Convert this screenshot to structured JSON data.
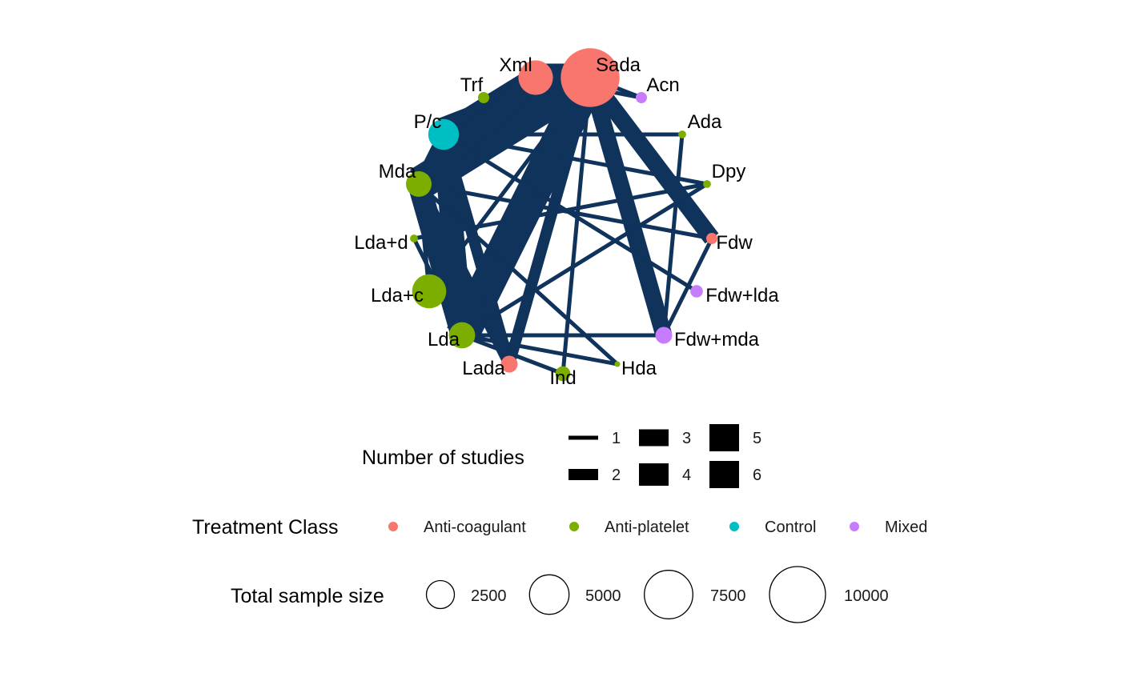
{
  "colors": {
    "edge": "#10335c",
    "class_colors": {
      "Anti-coagulant": "#F8766D",
      "Anti-platelet": "#7CAE00",
      "Control": "#00BFC4",
      "Mixed": "#C77CFF"
    }
  },
  "network": {
    "nodes": [
      {
        "id": "Sada",
        "label": "Sada",
        "class": "Anti-coagulant",
        "sample_size": 11000
      },
      {
        "id": "Xml",
        "label": "Xml",
        "class": "Anti-coagulant",
        "sample_size": 3800
      },
      {
        "id": "Trf",
        "label": "Trf",
        "class": "Anti-platelet",
        "sample_size": 400
      },
      {
        "id": "Acn",
        "label": "Acn",
        "class": "Mixed",
        "sample_size": 400
      },
      {
        "id": "P/c",
        "label": "P/c",
        "class": "Control",
        "sample_size": 3000
      },
      {
        "id": "Ada",
        "label": "Ada",
        "class": "Anti-platelet",
        "sample_size": 200
      },
      {
        "id": "Mda",
        "label": "Mda",
        "class": "Anti-platelet",
        "sample_size": 2100
      },
      {
        "id": "Dpy",
        "label": "Dpy",
        "class": "Anti-platelet",
        "sample_size": 200
      },
      {
        "id": "Lda+d",
        "label": "Lda+d",
        "class": "Anti-platelet",
        "sample_size": 200
      },
      {
        "id": "Fdw",
        "label": "Fdw",
        "class": "Anti-coagulant",
        "sample_size": 400
      },
      {
        "id": "Lda+c",
        "label": "Lda+c",
        "class": "Anti-platelet",
        "sample_size": 3700
      },
      {
        "id": "Fdw+lda",
        "label": "Fdw+lda",
        "class": "Mixed",
        "sample_size": 500
      },
      {
        "id": "Lda",
        "label": "Lda",
        "class": "Anti-platelet",
        "sample_size": 2200
      },
      {
        "id": "Fdw+mda",
        "label": "Fdw+mda",
        "class": "Mixed",
        "sample_size": 900
      },
      {
        "id": "Lada",
        "label": "Lada",
        "class": "Anti-coagulant",
        "sample_size": 900
      },
      {
        "id": "Ind",
        "label": "Ind",
        "class": "Anti-platelet",
        "sample_size": 700
      },
      {
        "id": "Hda",
        "label": "Hda",
        "class": "Anti-platelet",
        "sample_size": 100
      }
    ],
    "edges": [
      {
        "from": "Sada",
        "to": "Xml",
        "studies": 5
      },
      {
        "from": "Sada",
        "to": "Trf",
        "studies": 1
      },
      {
        "from": "Sada",
        "to": "Acn",
        "studies": 1
      },
      {
        "from": "Sada",
        "to": "P/c",
        "studies": 6
      },
      {
        "from": "Sada",
        "to": "Mda",
        "studies": 6
      },
      {
        "from": "Sada",
        "to": "Lda",
        "studies": 6
      },
      {
        "from": "Sada",
        "to": "Lda+c",
        "studies": 1
      },
      {
        "from": "Sada",
        "to": "Lada",
        "studies": 2
      },
      {
        "from": "Sada",
        "to": "Fdw",
        "studies": 3
      },
      {
        "from": "Sada",
        "to": "Fdw+mda",
        "studies": 3
      },
      {
        "from": "Sada",
        "to": "Ind",
        "studies": 1
      },
      {
        "from": "Xml",
        "to": "Trf",
        "studies": 1
      },
      {
        "from": "Xml",
        "to": "P/c",
        "studies": 4
      },
      {
        "from": "Xml",
        "to": "Mda",
        "studies": 4
      },
      {
        "from": "Acn",
        "to": "Xml",
        "studies": 1
      },
      {
        "from": "P/c",
        "to": "Mda",
        "studies": 2
      },
      {
        "from": "P/c",
        "to": "Ada",
        "studies": 1
      },
      {
        "from": "P/c",
        "to": "Dpy",
        "studies": 1
      },
      {
        "from": "P/c",
        "to": "Lda",
        "studies": 4
      },
      {
        "from": "P/c",
        "to": "Fdw+lda",
        "studies": 1
      },
      {
        "from": "P/c",
        "to": "Lada",
        "studies": 2
      },
      {
        "from": "Mda",
        "to": "Fdw",
        "studies": 1
      },
      {
        "from": "Mda",
        "to": "Lda",
        "studies": 4
      },
      {
        "from": "Mda",
        "to": "Lada",
        "studies": 2
      },
      {
        "from": "Mda",
        "to": "Hda",
        "studies": 1
      },
      {
        "from": "Lda",
        "to": "Hda",
        "studies": 1
      },
      {
        "from": "Mda",
        "to": "Lda+c",
        "studies": 1
      },
      {
        "from": "Ada",
        "to": "Fdw+mda",
        "studies": 1
      },
      {
        "from": "Dpy",
        "to": "Lda+d",
        "studies": 1
      },
      {
        "from": "Dpy",
        "to": "Lda",
        "studies": 1
      },
      {
        "from": "Fdw",
        "to": "Fdw+mda",
        "studies": 1
      },
      {
        "from": "Lda+d",
        "to": "Lda",
        "studies": 1
      },
      {
        "from": "Lda",
        "to": "Fdw+mda",
        "studies": 1
      },
      {
        "from": "Lda",
        "to": "Ind",
        "studies": 1
      }
    ]
  },
  "legends": {
    "studies": {
      "title": "Number of studies",
      "items": [
        "1",
        "2",
        "3",
        "4",
        "5",
        "6"
      ]
    },
    "treatment_class": {
      "title": "Treatment Class",
      "items": [
        "Anti-coagulant",
        "Anti-platelet",
        "Control",
        "Mixed"
      ]
    },
    "sample_size": {
      "title": "Total sample size",
      "items": [
        {
          "label": "2500",
          "value": 2500
        },
        {
          "label": "5000",
          "value": 5000
        },
        {
          "label": "7500",
          "value": 7500
        },
        {
          "label": "10000",
          "value": 10000
        }
      ]
    }
  }
}
